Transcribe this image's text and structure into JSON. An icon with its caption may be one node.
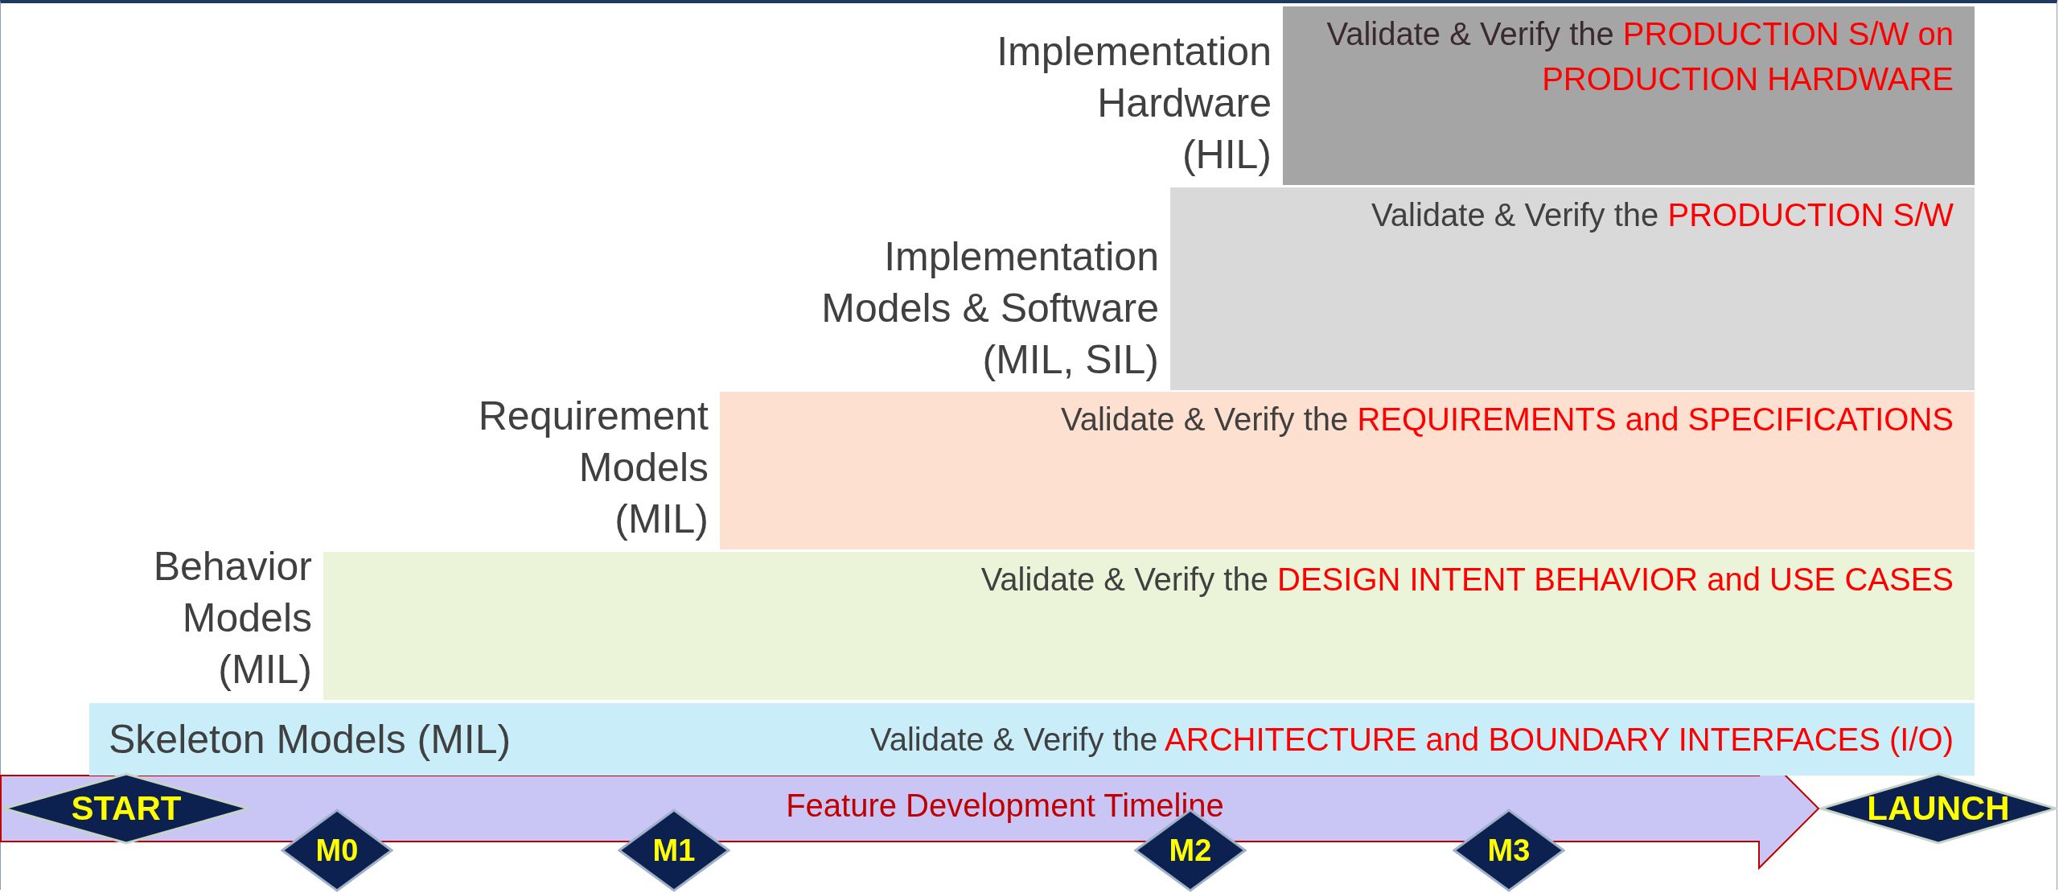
{
  "diagram": {
    "nodes": [
      {
        "text": [
          "Implementation Hardware (HIL)",
          "Validate & Verify the **PRODUCTION S/W on PRODUCTION HARDWARE**"
        ]
      },
      {
        "text": [
          "Implementation Models & Software (MIL, SIL)",
          "Validate & Verify the **PRODUCTION S/W**"
        ]
      },
      {
        "text": [
          "Requirement Models (MIL)",
          "Validate & Verify the **REQUIREMENTS and SPECIFICATIONS**"
        ]
      },
      {
        "text": [
          "Behavior Models (MIL)",
          "Validate & Verify the **DESIGN INTENT BEHAVIOR and USE CASES**"
        ]
      },
      {
        "text": [
          "Skeleton Models (MIL)",
          "Validate & Verify the **ARCHITECTURE and BOUNDARY INTERFACES (I/O)**"
        ]
      },
      {
        "text": [
          "START"
        ]
      },
      {
        "text": [
          "LAUNCH"
        ]
      },
      {
        "text": [
          "M0"
        ]
      },
      {
        "text": [
          "M1"
        ]
      },
      {
        "text": [
          "M2"
        ]
      },
      {
        "text": [
          "M3"
        ]
      }
    ],
    "edges": [
      {
        "from": 5,
        "to": 6,
        "arrow": "to",
        "style": "thick",
        "label": "Feature Development Timeline"
      }
    ]
  }
}
